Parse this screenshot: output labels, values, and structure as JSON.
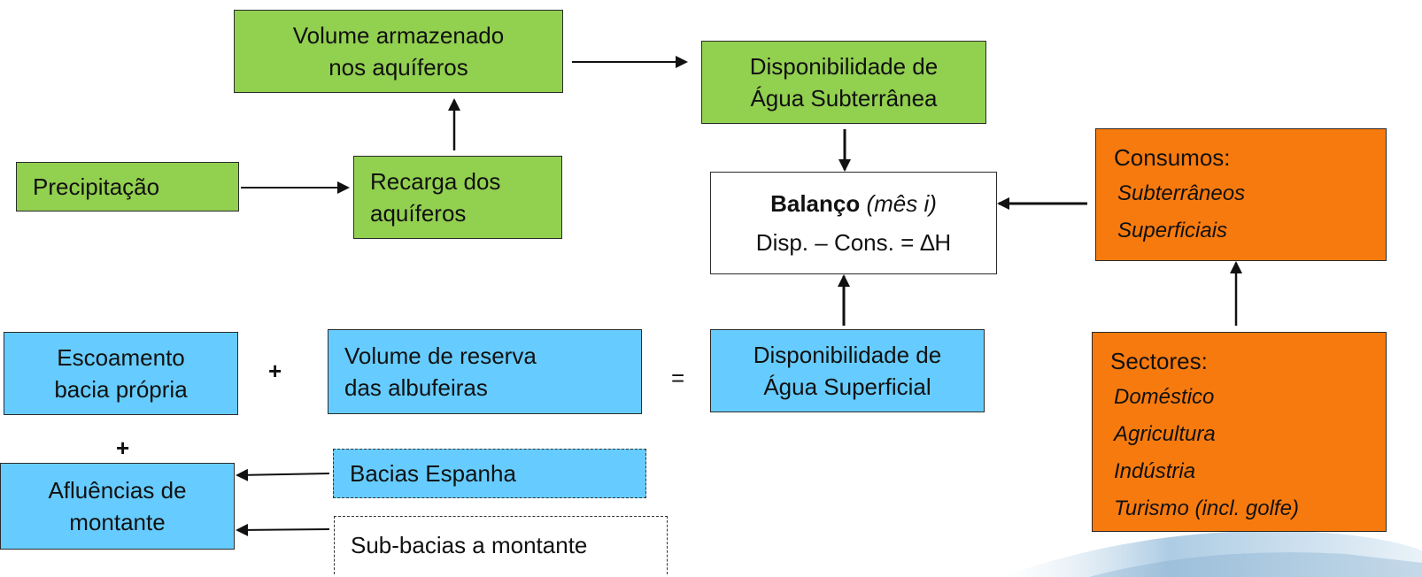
{
  "nodes": {
    "volume_armazenado": [
      "Volume armazenado",
      "nos aquíferos"
    ],
    "disponibilidade_subterranea": [
      "Disponibilidade de",
      "Água Subterrânea"
    ],
    "precipitacao": "Precipitação",
    "recarga": [
      "Recarga dos",
      "aquíferos"
    ],
    "balanco": {
      "title_bold": "Balanço",
      "title_italic": "(mês i)",
      "equation": "Disp. – Cons. = ∆H"
    },
    "consumos": {
      "title": "Consumos:",
      "items": [
        "Subterrâneos",
        "Superficiais"
      ]
    },
    "escoamento": [
      "Escoamento",
      "bacia própria"
    ],
    "volume_reserva": [
      "Volume de reserva",
      "das albufeiras"
    ],
    "disponibilidade_superficial": [
      "Disponibilidade de",
      "Água Superficial"
    ],
    "sectores": {
      "title": "Sectores:",
      "items": [
        "Doméstico",
        "Agricultura",
        "Indústria",
        "Turismo (incl. golfe)"
      ]
    },
    "afluencias": [
      "Afluências de",
      "montante"
    ],
    "bacias_espanha": "Bacias Espanha",
    "sub_bacias": "Sub-bacias a montante"
  },
  "operators": {
    "plus_1": "+",
    "equals": "=",
    "plus_2": "+"
  },
  "colors": {
    "green": "#92d050",
    "blue": "#66ccff",
    "orange": "#f77a0f",
    "white": "#ffffff"
  }
}
